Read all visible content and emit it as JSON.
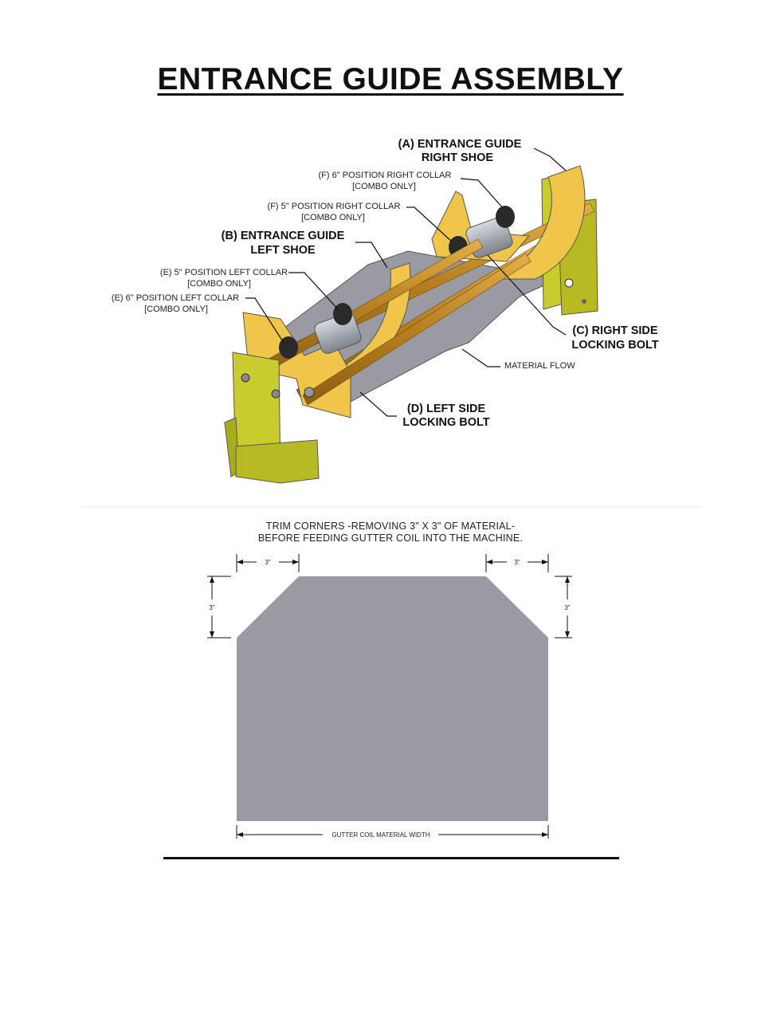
{
  "title": "ENTRANCE GUIDE ASSEMBLY",
  "assembly_labels": {
    "a_line1": "(A) ENTRANCE GUIDE",
    "a_line2": "RIGHT SHOE",
    "f6_line1": "(F) 6\" POSITION RIGHT COLLAR",
    "f6_line2": "[COMBO ONLY]",
    "f5_line1": "(F) 5\" POSITION RIGHT COLLAR",
    "f5_line2": "[COMBO ONLY]",
    "b_line1": "(B) ENTRANCE GUIDE",
    "b_line2": "LEFT SHOE",
    "e5_line1": "(E) 5\" POSITION LEFT COLLAR",
    "e5_line2": "[COMBO ONLY]",
    "e6_line1": "(E) 6\" POSITION LEFT COLLAR",
    "e6_line2": "[COMBO ONLY]",
    "c_line1": "(C) RIGHT SIDE",
    "c_line2": "LOCKING BOLT",
    "material_flow": "MATERIAL FLOW",
    "d_line1": "(D) LEFT SIDE",
    "d_line2": "LOCKING BOLT"
  },
  "trim": {
    "line1": "TRIM CORNERS -REMOVING 3\" X 3\" OF MATERIAL-",
    "line2": "BEFORE FEEDING GUTTER COIL INTO THE MACHINE.",
    "dim_top_left": "3\"",
    "dim_top_right": "3\"",
    "dim_side_left": "3\"",
    "dim_side_right": "3\"",
    "width_label": "GUTTER COIL MATERIAL WIDTH"
  },
  "colors": {
    "frame_yellow": "#c9cc2e",
    "shoe_yellow": "#f0c64a",
    "rod_orange": "#c8902a",
    "material_gray": "#9a9aa3",
    "collar_black": "#2a2a2a",
    "roller_gray": "#a9aeb6"
  }
}
